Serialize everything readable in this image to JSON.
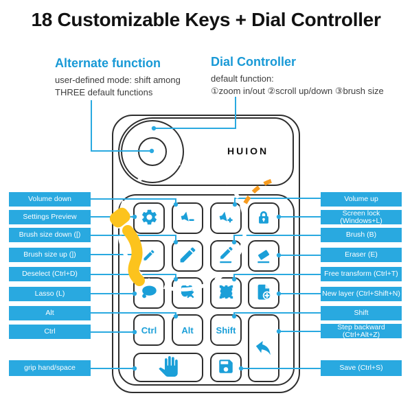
{
  "title": "18 Customizable Keys + Dial Controller",
  "callout_left": {
    "heading": "Alternate function",
    "desc_line1": "user-defined mode: shift among",
    "desc_line2": "THREE default functions"
  },
  "callout_right": {
    "heading": "Dial Controller",
    "desc_line1": "default function:",
    "desc_line2": "①zoom in/out ②scroll up/down ③brush size"
  },
  "device": {
    "brand": "HUION"
  },
  "key_labels": {
    "ctrl": "Ctrl",
    "alt": "Alt",
    "shift": "Shift"
  },
  "labels_left": [
    "Volume down",
    "Settings Preview",
    "Brush size down ([)",
    "Brush size up (])",
    "Deselect (Ctrl+D)",
    "Lasso (L)",
    "Alt",
    "Ctrl",
    "grip hand/space"
  ],
  "labels_right": [
    "Volume up",
    "Screen lock (Windows+L)",
    "Brush (B)",
    "Eraser (E)",
    "Free transform (Ctrl+T)",
    "New layer (Ctrl+Shift+N)",
    "Shift",
    "Step backward (Ctrl+Alt+Z)",
    "Save (Ctrl+S)"
  ],
  "icons": {
    "gear-icon": "⚙",
    "volume-down-icon": "🔉−",
    "volume-up-icon": "🔉+",
    "lock-icon": "🔒",
    "pen-small-icon": "✎",
    "pencil-icon": "✎",
    "brush-icon": "✎_",
    "eraser-icon": "▰_",
    "lasso-icon": "◯",
    "deselect-icon": "⬚✕",
    "transform-icon": "⬚⤫",
    "new-layer-icon": "🗋+",
    "undo-arrow-icon": "↶",
    "hand-icon": "✋",
    "save-icon": "💾"
  },
  "colors": {
    "accent_blue": "#29a9e0",
    "icon_blue": "#1b9fd8",
    "heading_blue": "#1899d6",
    "outline_dark": "#2e2e2e",
    "watermark_yellow": "#fcc31d",
    "watermark_orange": "#f79b1e"
  }
}
